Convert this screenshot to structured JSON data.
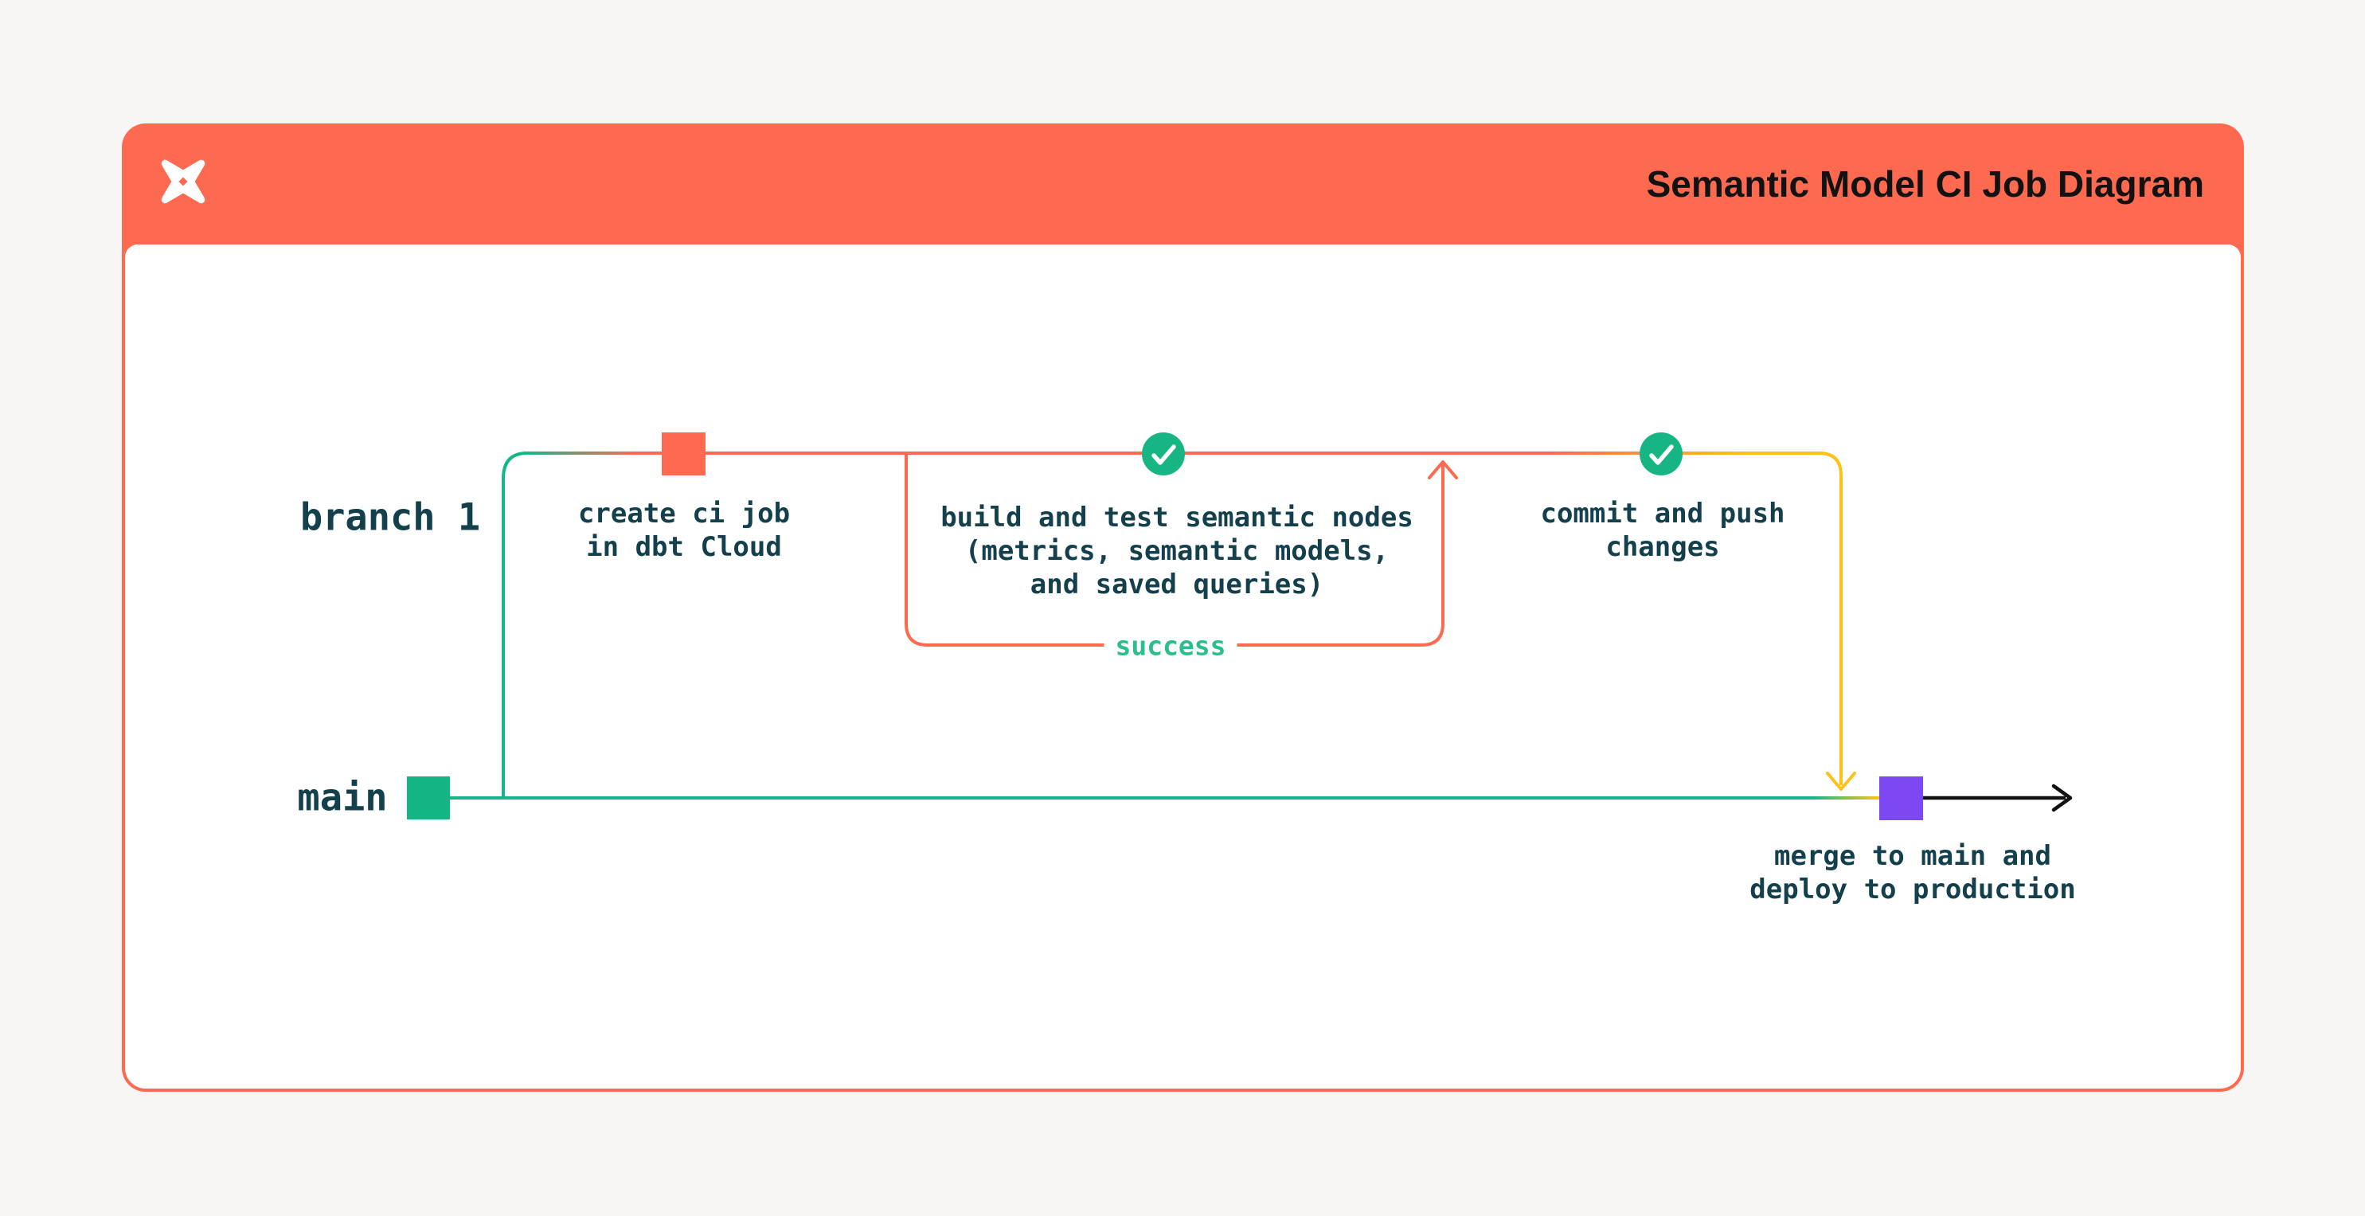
{
  "page": {
    "background": "#F7F6F4"
  },
  "header": {
    "logo_icon": "dbt-logo",
    "title": "Semantic Model CI Job Diagram",
    "background": "#FD6A50",
    "title_color": "#121212"
  },
  "diagram": {
    "branch_label": "branch 1",
    "main_label": "main",
    "success_label": "success",
    "captions": {
      "create_ci": "create ci job\nin dbt Cloud",
      "build_test": "build and test semantic nodes\n(metrics, semantic models,\nand saved queries)",
      "commit_push": "commit and push\nchanges",
      "merge_deploy": "merge to main and\ndeploy to production"
    },
    "nodes": [
      {
        "name": "commit-square-branch-start",
        "shape": "square",
        "color": "#FD6A50",
        "caption_ref": "create_ci"
      },
      {
        "name": "success-check-1",
        "shape": "check-circle",
        "color": "#17B584",
        "caption_ref": "build_test"
      },
      {
        "name": "success-check-2",
        "shape": "check-circle",
        "color": "#17B584",
        "caption_ref": "commit_push"
      },
      {
        "name": "commit-square-main-start",
        "shape": "square",
        "color": "#12B583",
        "caption_ref": null
      },
      {
        "name": "merge-square",
        "shape": "square",
        "color": "#7C48F2",
        "caption_ref": "merge_deploy"
      }
    ],
    "colors": {
      "orange": "#FD6A50",
      "green": "#15B78A",
      "yellow": "#FFC117",
      "purple": "#7C48F2",
      "check_green": "#17B584",
      "square_green": "#12B583",
      "success_text_green": "#2BBE8F",
      "dark_text": "#13404C",
      "arrow_black": "#111111"
    }
  }
}
